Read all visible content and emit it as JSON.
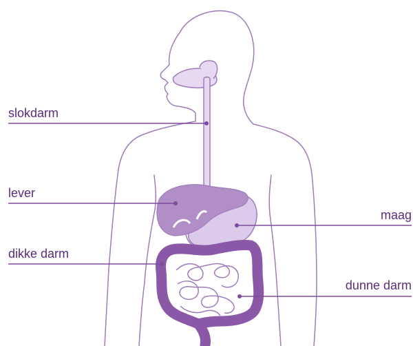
{
  "labels": {
    "esophagus": "slokdarm",
    "liver": "lever",
    "stomach": "maag",
    "large_intestine": "dikke darm",
    "small_intestine": "dunne darm"
  },
  "colors": {
    "outline": "#9f7bbb",
    "leader": "#7e4a9c",
    "label_text": "#5b2d7a",
    "liver": "#b18fc6",
    "stomach": "#dccaea",
    "esophagus": "#e6d9f1",
    "large_intestine": "#8b58a8",
    "small_intestine": "#ffffff"
  }
}
